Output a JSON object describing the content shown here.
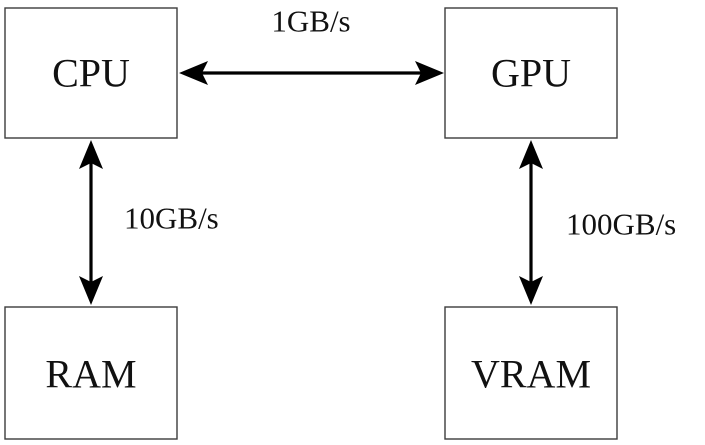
{
  "nodes": {
    "cpu": "CPU",
    "gpu": "GPU",
    "ram": "RAM",
    "vram": "VRAM"
  },
  "edges": {
    "cpu_gpu": "1GB/s",
    "cpu_ram": "10GB/s",
    "gpu_vram": "100GB/s"
  },
  "colors": {
    "box_border": "#3c3c3c",
    "arrow": "#000000",
    "text": "#111111"
  }
}
